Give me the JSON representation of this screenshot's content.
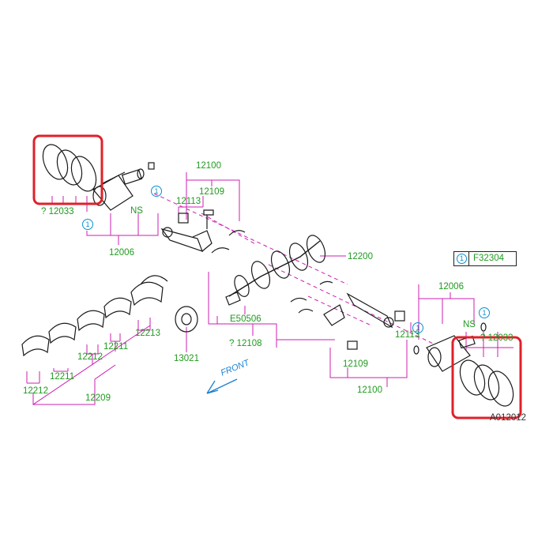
{
  "labels": {
    "l12100_top": "12100",
    "l12109_top": "12109",
    "l12113_top": "12113",
    "l12033_left": "? 12033",
    "ns_left": "NS",
    "l12006_left": "12006",
    "l12200": "12200",
    "e50506": "E50506",
    "l12108": "? 12108",
    "l13021": "13021",
    "l12213": "12213",
    "l12211_a": "12211",
    "l12212_a": "12212",
    "l12211_b": "12211",
    "l12212_b": "12212",
    "l12209": "12209",
    "l12006_right": "12006",
    "ns_right": "NS",
    "l12033_right": "? 12033",
    "l12113_right": "12113",
    "l12109_right": "12109",
    "l12100_right": "12100",
    "front": "FRONT",
    "circle_marker": "1",
    "catalog": "A012012"
  },
  "reference_box": {
    "marker": "1",
    "code": "F32304"
  },
  "colors": {
    "leader": "#cc1fb0",
    "label": "#1f9a1f",
    "highlight": "#e0202a",
    "drawing": "#1a1a1a",
    "marker": "#0a8fd0"
  }
}
